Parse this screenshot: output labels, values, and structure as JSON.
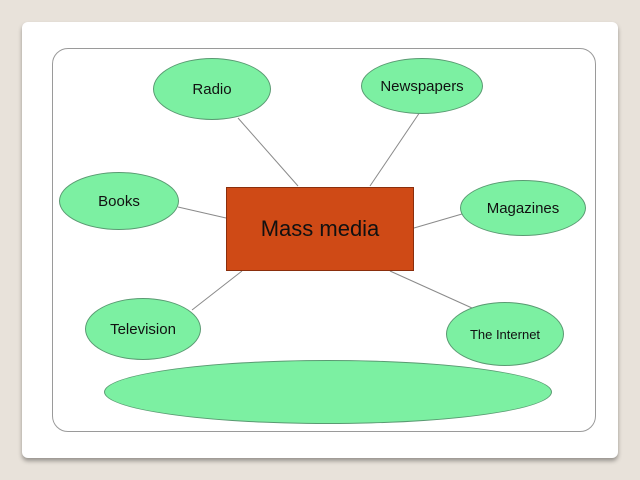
{
  "diagram": {
    "center": "Mass media",
    "nodes": {
      "radio": "Radio",
      "newspapers": "Newspapers",
      "books": "Books",
      "magazines": "Magazines",
      "television": "Television",
      "internet": "The Internet",
      "blank": ""
    },
    "colors": {
      "node_fill": "#7cf0a2",
      "center_fill": "#cf4a16",
      "connector": "#8a8a8a"
    }
  }
}
